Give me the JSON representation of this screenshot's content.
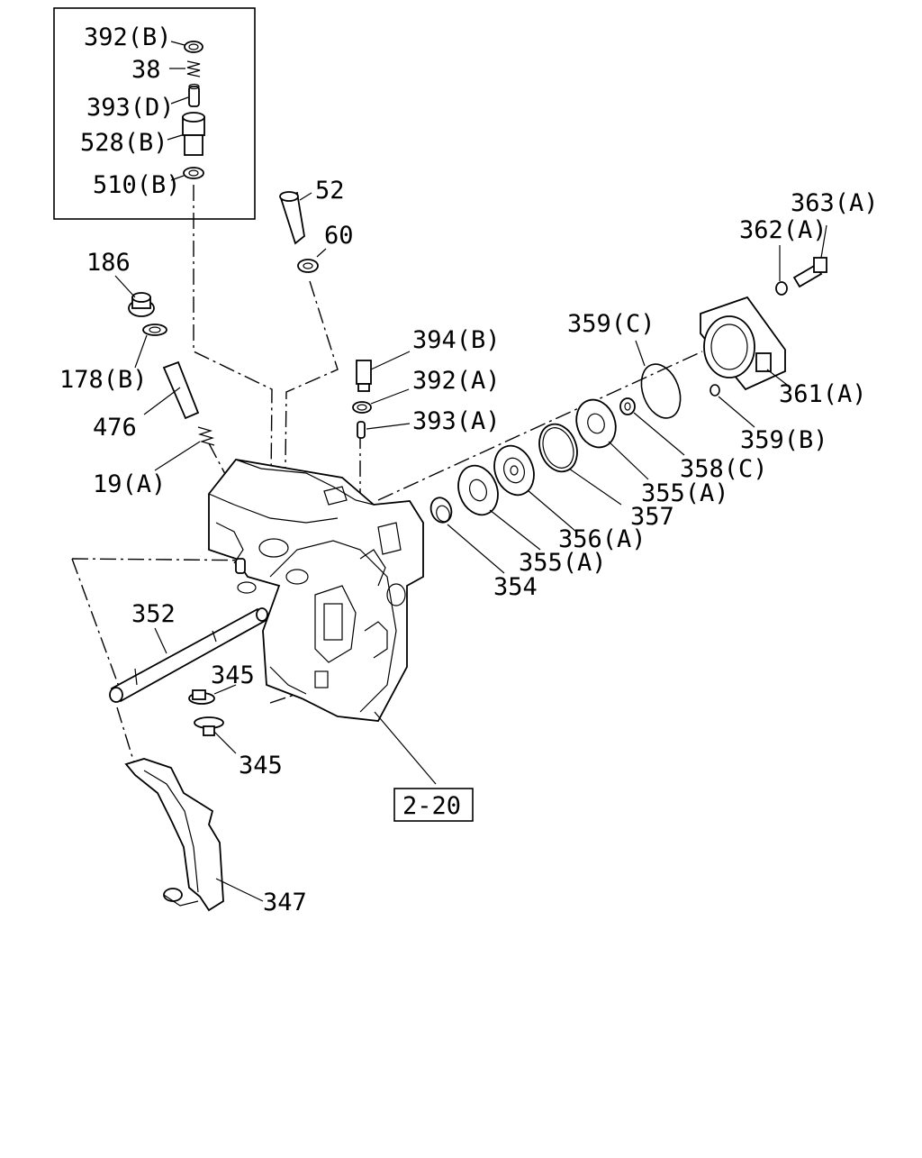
{
  "diagram": {
    "labels": {
      "l392b": "392(B)",
      "l38": "38",
      "l393d": "393(D)",
      "l528b": "528(B)",
      "l510b": "510(B)",
      "l52": "52",
      "l60": "60",
      "l186": "186",
      "l178b": "178(B)",
      "l476": "476",
      "l19a": "19(A)",
      "l394b": "394(B)",
      "l392a": "392(A)",
      "l393a": "393(A)",
      "l363a": "363(A)",
      "l362a": "362(A)",
      "l359c": "359(C)",
      "l361a": "361(A)",
      "l359b": "359(B)",
      "l358c": "358(C)",
      "l355a_top": "355(A)",
      "l357": "357",
      "l356a": "356(A)",
      "l355a_bot": "355(A)",
      "l354": "354",
      "l352": "352",
      "l345_top": "345",
      "l345_bot": "345",
      "l347": "347",
      "ref_box": "2-20"
    }
  }
}
